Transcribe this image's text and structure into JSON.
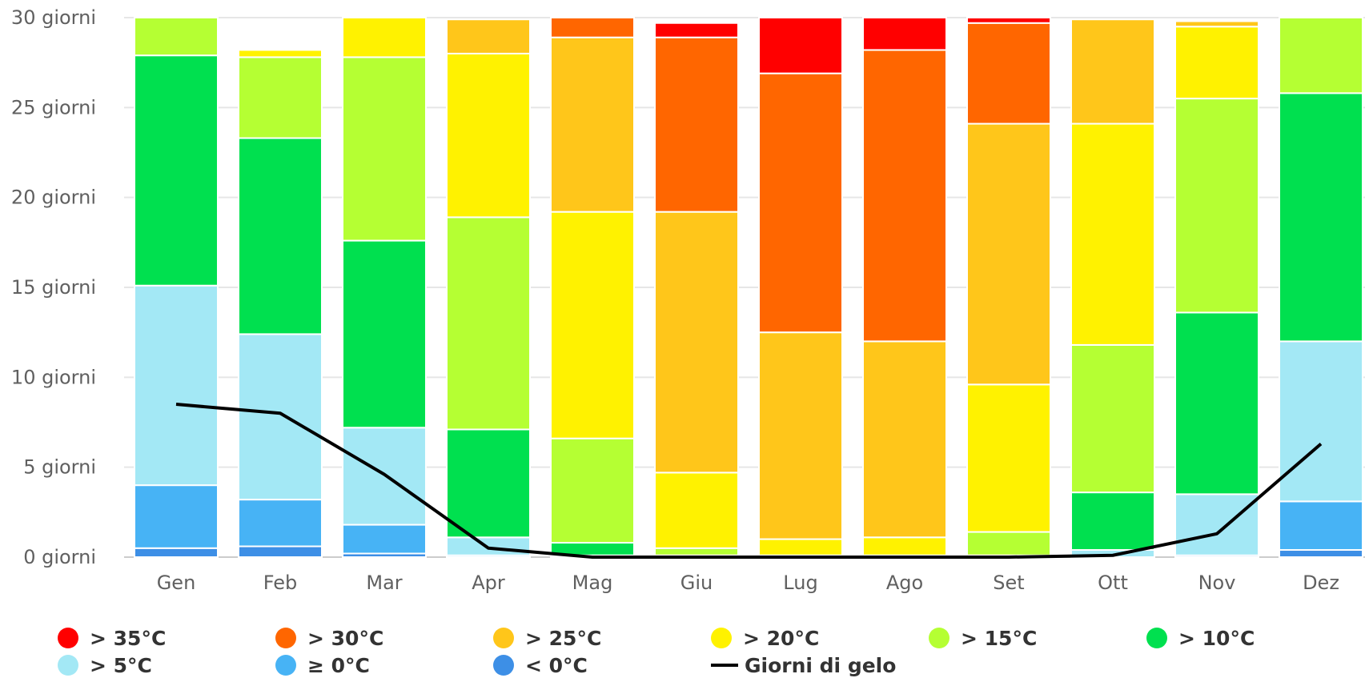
{
  "chart_data": {
    "type": "bar",
    "stacked": true,
    "categories": [
      "Gen",
      "Feb",
      "Mar",
      "Apr",
      "Mag",
      "Giu",
      "Lug",
      "Ago",
      "Set",
      "Ott",
      "Nov",
      "Dez"
    ],
    "y_ticks": [
      "0 giorni",
      "5 giorni",
      "10 giorni",
      "15 giorni",
      "20 giorni",
      "25 giorni",
      "30 giorni"
    ],
    "ylim": [
      0,
      30
    ],
    "grid": true,
    "legend_position": "bottom",
    "series": [
      {
        "name": "< 0°C",
        "color": "#3d8fe6",
        "values": [
          0.5,
          0.6,
          0.2,
          0,
          0,
          0,
          0,
          0,
          0,
          0,
          0.1,
          0.4
        ]
      },
      {
        "name": "≥ 0°C",
        "color": "#47b3f5",
        "values": [
          3.5,
          2.6,
          1.6,
          0.1,
          0,
          0,
          0,
          0,
          0,
          0,
          0,
          2.7
        ]
      },
      {
        "name": "> 5°C",
        "color": "#a3e8f5",
        "values": [
          11.1,
          9.2,
          5.4,
          1.0,
          0.1,
          0,
          0,
          0,
          0,
          0.4,
          3.4,
          8.9
        ]
      },
      {
        "name": "> 10°C",
        "color": "#00e04f",
        "values": [
          12.8,
          10.9,
          10.4,
          6.0,
          0.7,
          0.1,
          0,
          0,
          0.1,
          3.2,
          10.1,
          13.8
        ]
      },
      {
        "name": "> 15°C",
        "color": "#b5ff33",
        "values": [
          2.1,
          4.5,
          10.2,
          11.8,
          5.8,
          0.4,
          0.1,
          0.1,
          1.3,
          8.2,
          11.9,
          4.2
        ]
      },
      {
        "name": "> 20°C",
        "color": "#fff200",
        "values": [
          0,
          0.4,
          2.2,
          9.1,
          12.6,
          4.2,
          0.9,
          1.0,
          8.2,
          12.3,
          4.0,
          0
        ]
      },
      {
        "name": "> 25°C",
        "color": "#ffc61a",
        "values": [
          0,
          0,
          0,
          1.9,
          9.7,
          14.5,
          11.5,
          10.9,
          14.5,
          5.8,
          0.3,
          0
        ]
      },
      {
        "name": "> 30°C",
        "color": "#ff6600",
        "values": [
          0,
          0,
          0,
          0,
          1.1,
          9.7,
          14.4,
          16.2,
          5.6,
          0,
          0,
          0
        ]
      },
      {
        "name": "> 35°C",
        "color": "#ff0000",
        "values": [
          0,
          0,
          0,
          0,
          0,
          0.8,
          3.1,
          1.8,
          0.3,
          0,
          0,
          0
        ]
      }
    ],
    "line_series": {
      "name": "Giorni di gelo",
      "color": "#000000",
      "values": [
        8.5,
        8.0,
        4.6,
        0.5,
        0,
        0,
        0,
        0,
        0,
        0.1,
        1.3,
        6.3
      ]
    },
    "legend_order": [
      "> 35°C",
      "> 30°C",
      "> 25°C",
      "> 20°C",
      "> 15°C",
      "> 10°C",
      "> 5°C",
      "≥ 0°C",
      "< 0°C",
      "Giorni di gelo"
    ]
  }
}
